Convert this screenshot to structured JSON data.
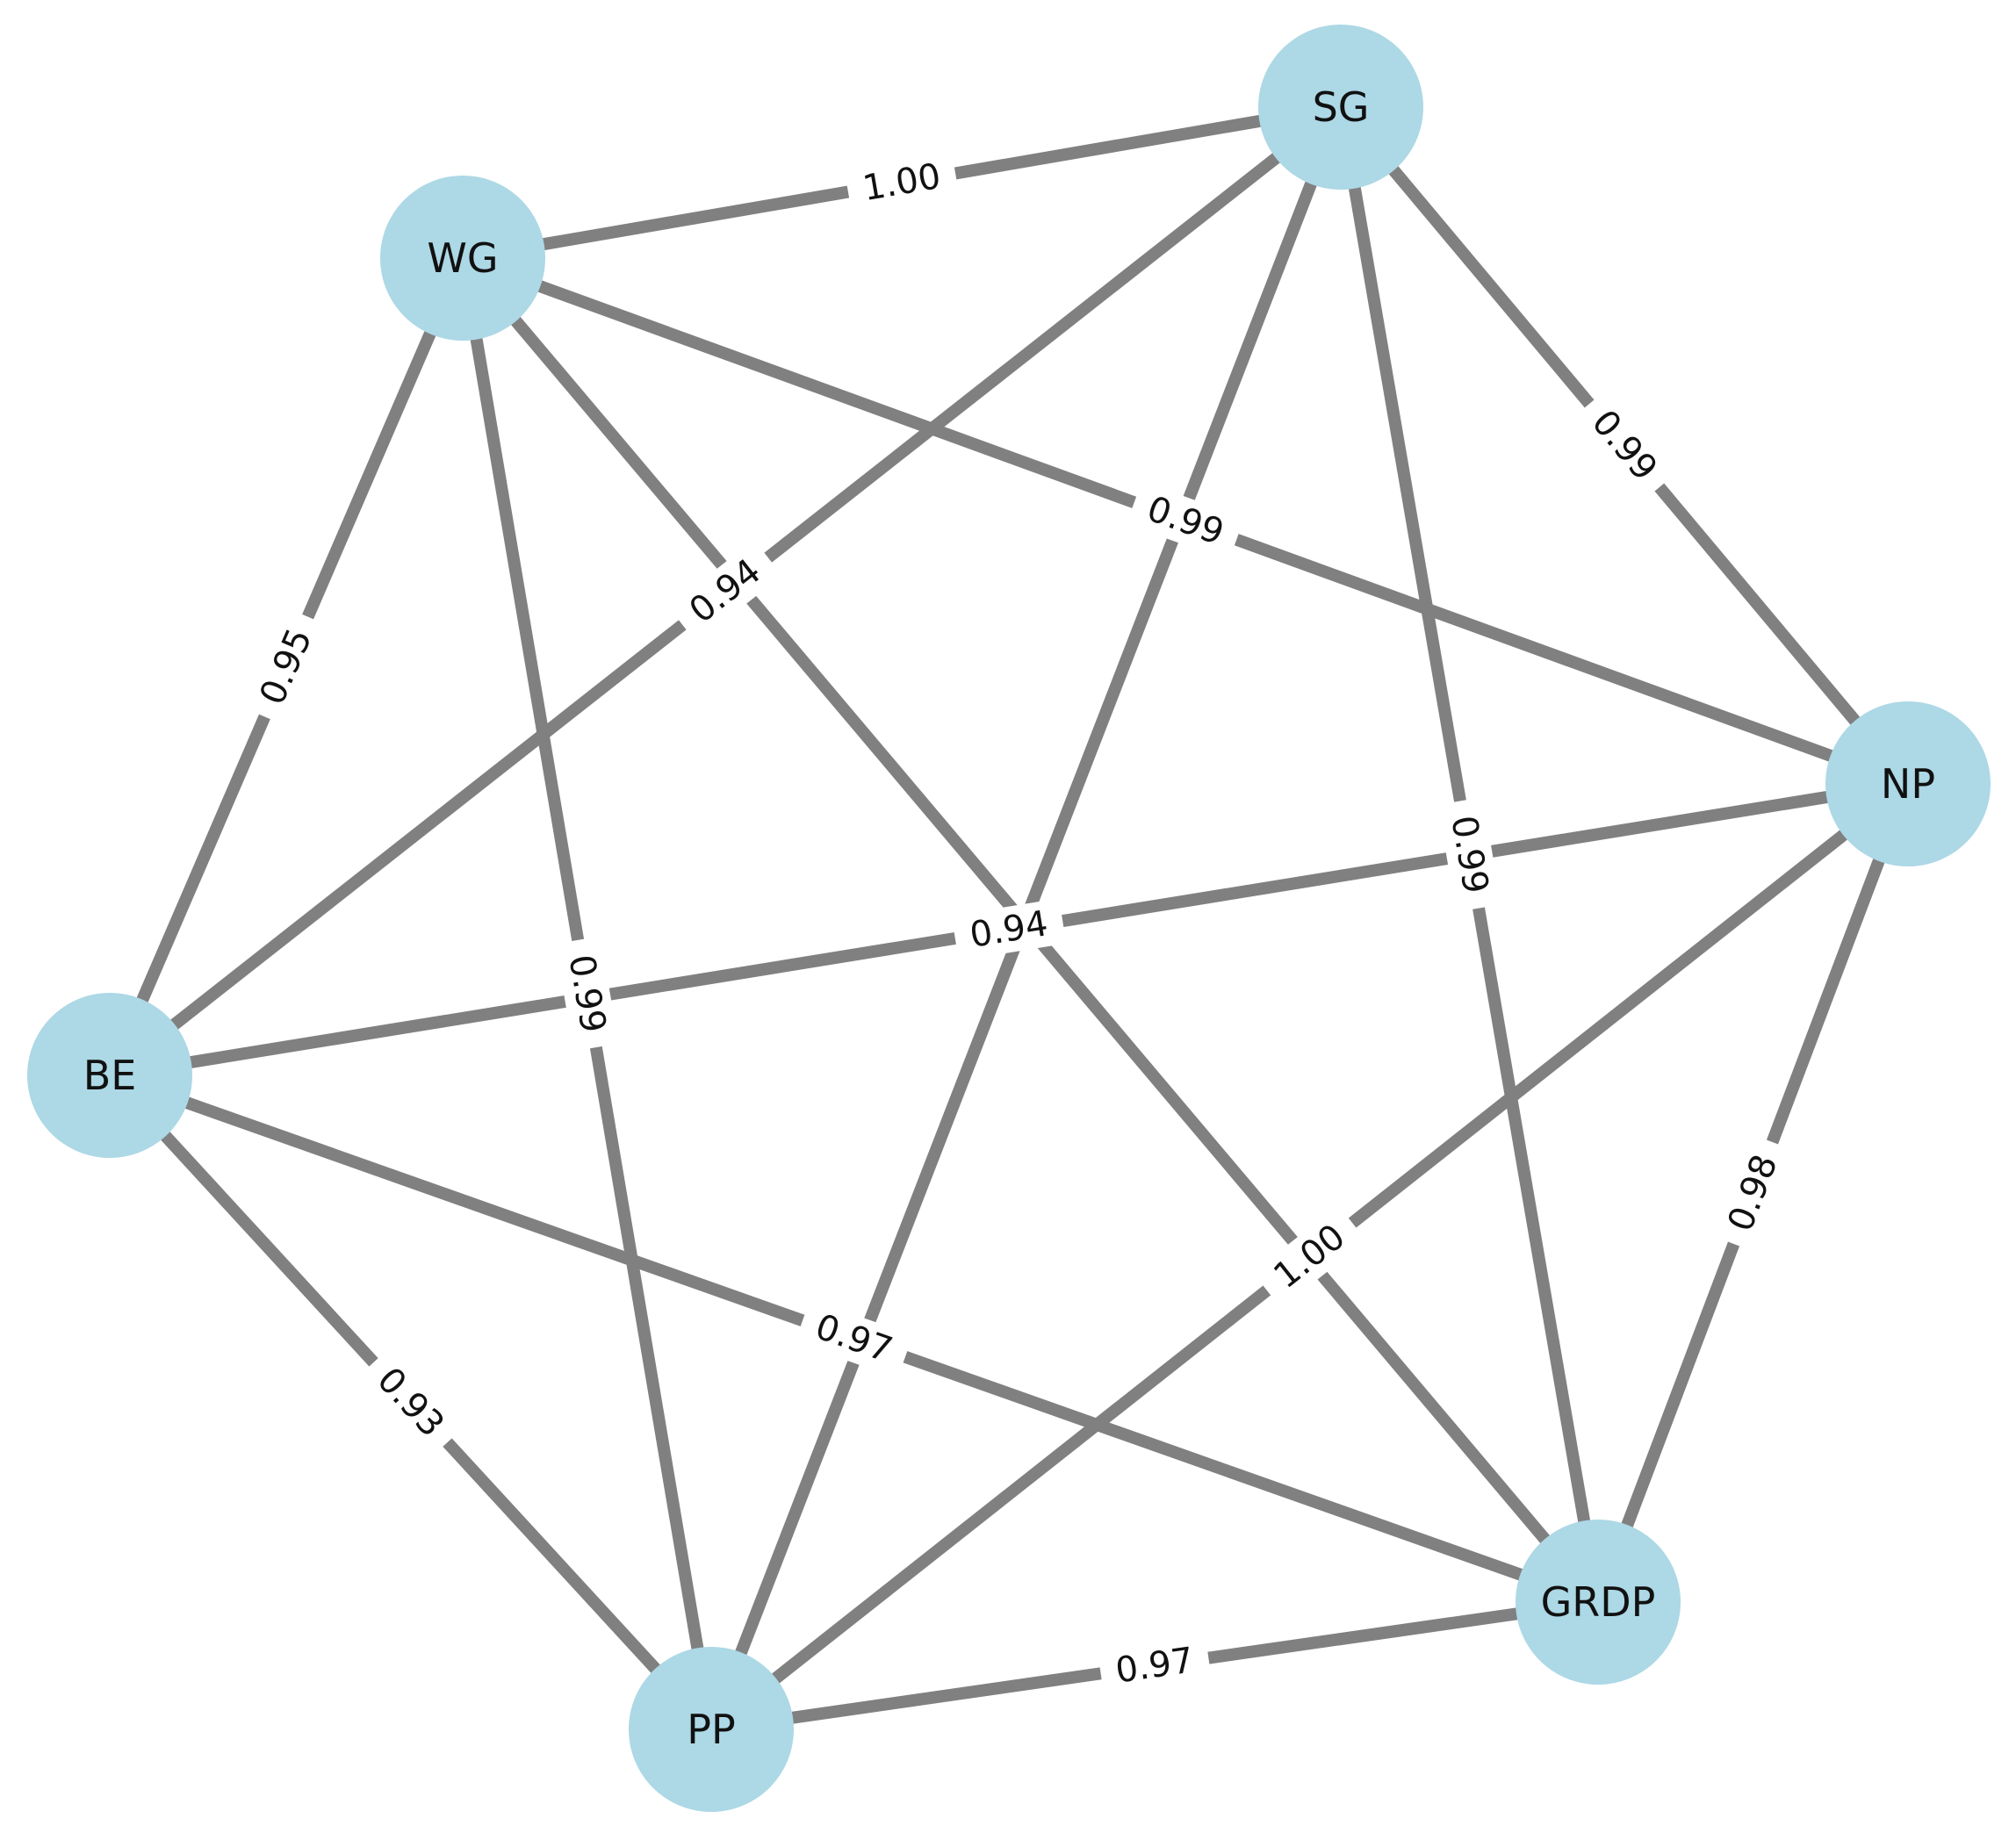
{
  "colors": {
    "node_fill": "#add8e6",
    "edge": "#808080",
    "label_text": "#111111",
    "background": "#ffffff"
  },
  "nodes": [
    {
      "id": "SG",
      "label": "SG"
    },
    {
      "id": "WG",
      "label": "WG"
    },
    {
      "id": "NP",
      "label": "NP"
    },
    {
      "id": "BE",
      "label": "BE"
    },
    {
      "id": "GRDP",
      "label": "GRDP"
    },
    {
      "id": "PP",
      "label": "PP"
    }
  ],
  "edges": [
    {
      "source": "WG",
      "target": "SG",
      "weight": "1.00"
    },
    {
      "source": "WG",
      "target": "NP",
      "weight": "0.99"
    },
    {
      "source": "WG",
      "target": "BE",
      "weight": "0.95"
    },
    {
      "source": "WG",
      "target": "PP",
      "weight": "0.99"
    },
    {
      "source": "WG",
      "target": "GRDP",
      "weight": ""
    },
    {
      "source": "SG",
      "target": "NP",
      "weight": "0.99"
    },
    {
      "source": "SG",
      "target": "BE",
      "weight": "0.94"
    },
    {
      "source": "SG",
      "target": "PP",
      "weight": ""
    },
    {
      "source": "SG",
      "target": "GRDP",
      "weight": "0.99"
    },
    {
      "source": "NP",
      "target": "BE",
      "weight": "0.94"
    },
    {
      "source": "NP",
      "target": "GRDP",
      "weight": "0.98"
    },
    {
      "source": "NP",
      "target": "PP",
      "weight": "1.00"
    },
    {
      "source": "BE",
      "target": "GRDP",
      "weight": "0.97"
    },
    {
      "source": "BE",
      "target": "PP",
      "weight": "0.93"
    },
    {
      "source": "PP",
      "target": "GRDP",
      "weight": "0.97"
    }
  ]
}
